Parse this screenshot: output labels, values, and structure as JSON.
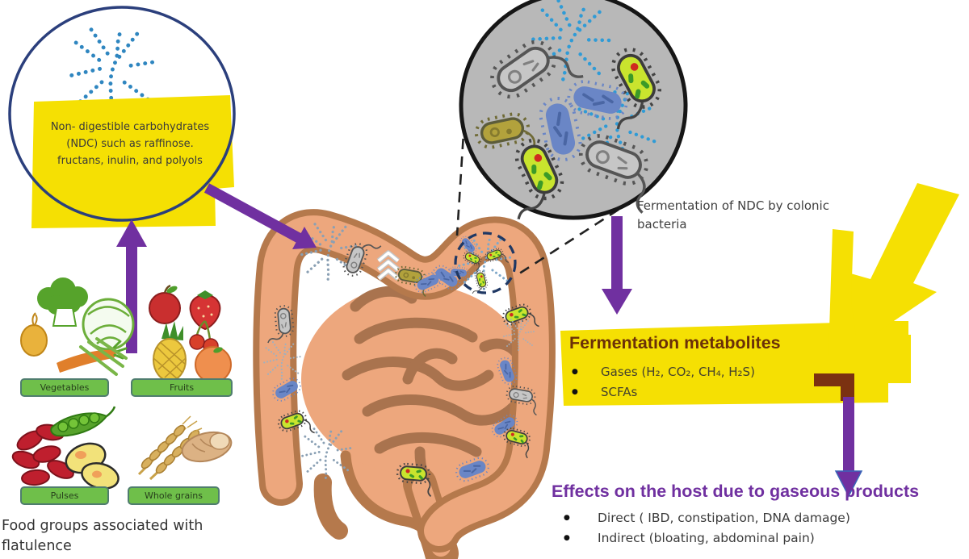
{
  "ndc_note": {
    "line1": "Non- digestible carbohydrates",
    "line2": "(NDC) such as raffinose.",
    "line3": "fructans, inulin, and polyols"
  },
  "fermentation_caption": {
    "line1": "Fermentation of NDC by colonic",
    "line2": "bacteria"
  },
  "metabolites": {
    "title": "Fermentation metabolites",
    "items": [
      "Gases (H₂, CO₂, CH₄, H₂S)",
      "SCFAs"
    ]
  },
  "effects": {
    "title": "Effects on the host due to gaseous products",
    "items": [
      "Direct ( IBD, constipation, DNA damage)",
      "Indirect (bloating, abdominal pain)"
    ]
  },
  "food_groups": {
    "labels": [
      "Vegetables",
      "Fruits",
      "Pulses",
      "Whole grains"
    ],
    "caption_line1": "Food groups associated with",
    "caption_line2": "flatulence"
  },
  "colors": {
    "highlight_yellow": "#F5E003",
    "arrow_purple": "#7030A0",
    "metabolites_heading_brown": "#6B3008",
    "elbow_brown": "#7B3111",
    "effects_heading_purple": "#7030A0",
    "food_button_green": "#6FBF4A",
    "colon_outer": "#B5794C",
    "colon_inner": "#EDA77D",
    "bacteria_gray": "#C6C6C6",
    "bacteria_green": "#C9E42E",
    "bacteria_olive": "#B2A23C",
    "bacteria_blue": "#6A86C6",
    "polymer_blue": "#2F86C0",
    "magnified_circle_gray": "#B8B8B8"
  },
  "icons": {
    "ndc-polymer-icon": "dotted-branching-chain",
    "gray-bacterium-icon": "capsule-with-cilia-and-flagellum",
    "green-bacterium-icon": "capsule-with-cilia-red-and-green-inclusions",
    "olive-bacterium-icon": "capsule-with-cilia",
    "blue-bacterium-icon": "capsule-rod",
    "gas-puff-icon": "white-chevrons",
    "magnify-region-icon": "dashed-circle",
    "big-yellow-arrow-icon": "highlighter-arrow-down-left",
    "purple-arrow-icon": "solid-arrow"
  }
}
